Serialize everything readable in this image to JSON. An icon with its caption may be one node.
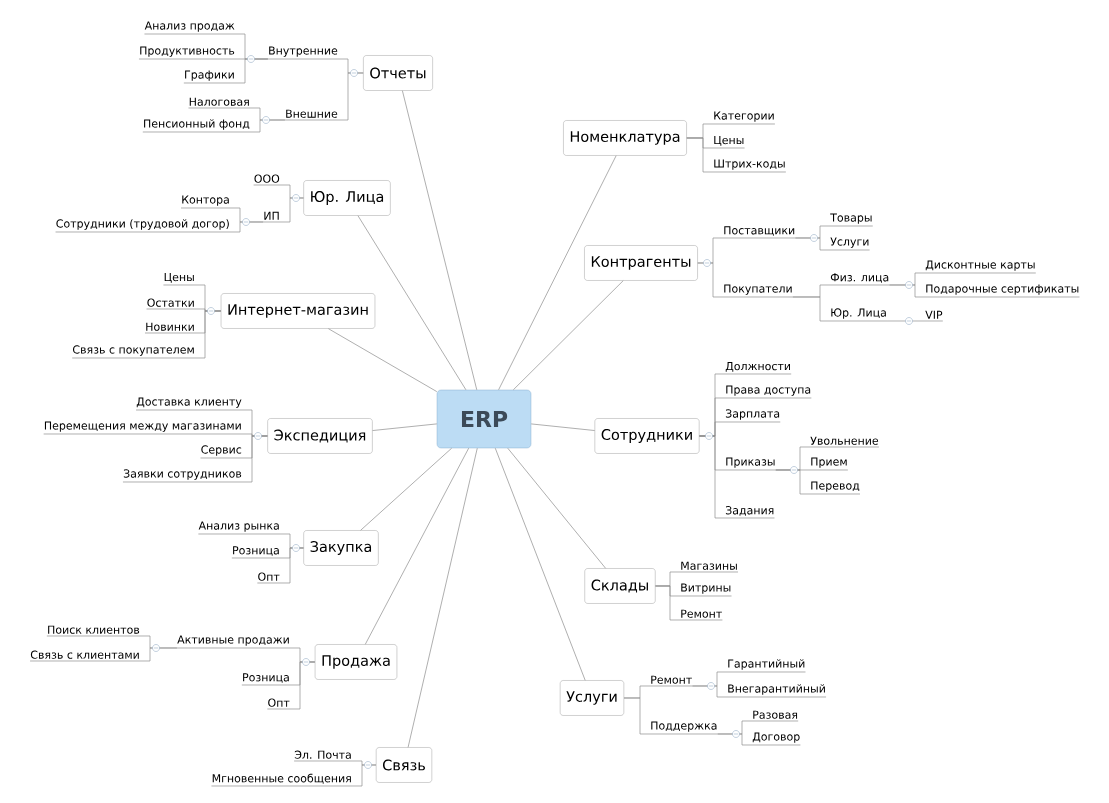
{
  "diagram": {
    "nodes": [
      {
        "text": [
          "ERP"
        ]
      },
      {
        "text": [
          "Номенклатура"
        ]
      },
      {
        "text": [
          "Категории"
        ]
      },
      {
        "text": [
          "Цены"
        ]
      },
      {
        "text": [
          "Штрих-коды"
        ]
      },
      {
        "text": [
          "Контрагенты"
        ]
      },
      {
        "text": [
          "Поставщики"
        ]
      },
      {
        "text": [
          "Товары"
        ]
      },
      {
        "text": [
          "Услуги"
        ]
      },
      {
        "text": [
          "Покупатели"
        ]
      },
      {
        "text": [
          "Физ. лица"
        ]
      },
      {
        "text": [
          "Дисконтные карты"
        ]
      },
      {
        "text": [
          "Подарочные сертификаты"
        ]
      },
      {
        "text": [
          "Юр. Лица"
        ]
      },
      {
        "text": [
          "VIP"
        ]
      },
      {
        "text": [
          "Сотрудники"
        ]
      },
      {
        "text": [
          "Должности"
        ]
      },
      {
        "text": [
          "Права доступа"
        ]
      },
      {
        "text": [
          "Зарплата"
        ]
      },
      {
        "text": [
          "Приказы"
        ]
      },
      {
        "text": [
          "Увольнение"
        ]
      },
      {
        "text": [
          "Прием"
        ]
      },
      {
        "text": [
          "Перевод"
        ]
      },
      {
        "text": [
          "Задания"
        ]
      },
      {
        "text": [
          "Склады"
        ]
      },
      {
        "text": [
          "Магазины"
        ]
      },
      {
        "text": [
          "Витрины"
        ]
      },
      {
        "text": [
          "Ремонт"
        ]
      },
      {
        "text": [
          "Услуги"
        ]
      },
      {
        "text": [
          "Ремонт"
        ]
      },
      {
        "text": [
          "Гарантийный"
        ]
      },
      {
        "text": [
          "Внегарантийный"
        ]
      },
      {
        "text": [
          "Поддержка"
        ]
      },
      {
        "text": [
          "Разовая"
        ]
      },
      {
        "text": [
          "Договор"
        ]
      },
      {
        "text": [
          "Отчеты"
        ]
      },
      {
        "text": [
          "Внутренние"
        ]
      },
      {
        "text": [
          "Анализ продаж"
        ]
      },
      {
        "text": [
          "Продуктивность"
        ]
      },
      {
        "text": [
          "Графики"
        ]
      },
      {
        "text": [
          "Внешние"
        ]
      },
      {
        "text": [
          "Налоговая"
        ]
      },
      {
        "text": [
          "Пенсионный фонд"
        ]
      },
      {
        "text": [
          "Юр. Лица"
        ]
      },
      {
        "text": [
          "ООО"
        ]
      },
      {
        "text": [
          "ИП"
        ]
      },
      {
        "text": [
          "Контора"
        ]
      },
      {
        "text": [
          "Сотрудники (трудовой догор)"
        ]
      },
      {
        "text": [
          "Интернет-магазин"
        ]
      },
      {
        "text": [
          "Цены"
        ]
      },
      {
        "text": [
          "Остатки"
        ]
      },
      {
        "text": [
          "Новинки"
        ]
      },
      {
        "text": [
          "Связь с покупателем"
        ]
      },
      {
        "text": [
          "Экспедиция"
        ]
      },
      {
        "text": [
          "Доставка клиенту"
        ]
      },
      {
        "text": [
          "Перемещения между магазинами"
        ]
      },
      {
        "text": [
          "Сервис"
        ]
      },
      {
        "text": [
          "Заявки сотрудников"
        ]
      },
      {
        "text": [
          "Закупка"
        ]
      },
      {
        "text": [
          "Анализ рынка"
        ]
      },
      {
        "text": [
          "Розница"
        ]
      },
      {
        "text": [
          "Опт"
        ]
      },
      {
        "text": [
          "Продажа"
        ]
      },
      {
        "text": [
          "Активные продажи"
        ]
      },
      {
        "text": [
          "Поиск клиентов"
        ]
      },
      {
        "text": [
          "Связь с клиентами"
        ]
      },
      {
        "text": [
          "Розница"
        ]
      },
      {
        "text": [
          "Опт"
        ]
      },
      {
        "text": [
          "Связь"
        ]
      },
      {
        "text": [
          "Эл. Почта"
        ]
      },
      {
        "text": [
          "Мгновенные сообщения"
        ]
      }
    ],
    "edges": [
      {
        "from": 0,
        "to": 1,
        "arrow": "none"
      },
      {
        "from": 0,
        "to": 5,
        "arrow": "none"
      },
      {
        "from": 0,
        "to": 15,
        "arrow": "none"
      },
      {
        "from": 0,
        "to": 24,
        "arrow": "none"
      },
      {
        "from": 0,
        "to": 28,
        "arrow": "none"
      },
      {
        "from": 0,
        "to": 35,
        "arrow": "none"
      },
      {
        "from": 0,
        "to": 43,
        "arrow": "none"
      },
      {
        "from": 0,
        "to": 48,
        "arrow": "none"
      },
      {
        "from": 0,
        "to": 53,
        "arrow": "none"
      },
      {
        "from": 0,
        "to": 58,
        "arrow": "none"
      },
      {
        "from": 0,
        "to": 62,
        "arrow": "none"
      },
      {
        "from": 0,
        "to": 68,
        "arrow": "none"
      },
      {
        "from": 1,
        "to": 2,
        "arrow": "none"
      },
      {
        "from": 1,
        "to": 3,
        "arrow": "none"
      },
      {
        "from": 1,
        "to": 4,
        "arrow": "none"
      },
      {
        "from": 5,
        "to": 6,
        "arrow": "none"
      },
      {
        "from": 6,
        "to": 7,
        "arrow": "none"
      },
      {
        "from": 6,
        "to": 8,
        "arrow": "none"
      },
      {
        "from": 5,
        "to": 9,
        "arrow": "none"
      },
      {
        "from": 9,
        "to": 10,
        "arrow": "none"
      },
      {
        "from": 10,
        "to": 11,
        "arrow": "none"
      },
      {
        "from": 10,
        "to": 12,
        "arrow": "none"
      },
      {
        "from": 9,
        "to": 13,
        "arrow": "none"
      },
      {
        "from": 13,
        "to": 14,
        "arrow": "none"
      },
      {
        "from": 15,
        "to": 16,
        "arrow": "none"
      },
      {
        "from": 15,
        "to": 17,
        "arrow": "none"
      },
      {
        "from": 15,
        "to": 18,
        "arrow": "none"
      },
      {
        "from": 15,
        "to": 19,
        "arrow": "none"
      },
      {
        "from": 19,
        "to": 20,
        "arrow": "none"
      },
      {
        "from": 19,
        "to": 21,
        "arrow": "none"
      },
      {
        "from": 19,
        "to": 22,
        "arrow": "none"
      },
      {
        "from": 15,
        "to": 23,
        "arrow": "none"
      },
      {
        "from": 24,
        "to": 25,
        "arrow": "none"
      },
      {
        "from": 24,
        "to": 26,
        "arrow": "none"
      },
      {
        "from": 24,
        "to": 27,
        "arrow": "none"
      },
      {
        "from": 28,
        "to": 29,
        "arrow": "none"
      },
      {
        "from": 29,
        "to": 30,
        "arrow": "none"
      },
      {
        "from": 29,
        "to": 31,
        "arrow": "none"
      },
      {
        "from": 28,
        "to": 32,
        "arrow": "none"
      },
      {
        "from": 32,
        "to": 33,
        "arrow": "none"
      },
      {
        "from": 32,
        "to": 34,
        "arrow": "none"
      },
      {
        "from": 35,
        "to": 36,
        "arrow": "none"
      },
      {
        "from": 36,
        "to": 37,
        "arrow": "none"
      },
      {
        "from": 36,
        "to": 38,
        "arrow": "none"
      },
      {
        "from": 36,
        "to": 39,
        "arrow": "none"
      },
      {
        "from": 35,
        "to": 40,
        "arrow": "none"
      },
      {
        "from": 40,
        "to": 41,
        "arrow": "none"
      },
      {
        "from": 40,
        "to": 42,
        "arrow": "none"
      },
      {
        "from": 43,
        "to": 44,
        "arrow": "none"
      },
      {
        "from": 43,
        "to": 45,
        "arrow": "none"
      },
      {
        "from": 45,
        "to": 46,
        "arrow": "none"
      },
      {
        "from": 45,
        "to": 47,
        "arrow": "none"
      },
      {
        "from": 48,
        "to": 49,
        "arrow": "none"
      },
      {
        "from": 48,
        "to": 50,
        "arrow": "none"
      },
      {
        "from": 48,
        "to": 51,
        "arrow": "none"
      },
      {
        "from": 48,
        "to": 52,
        "arrow": "none"
      },
      {
        "from": 53,
        "to": 54,
        "arrow": "none"
      },
      {
        "from": 53,
        "to": 55,
        "arrow": "none"
      },
      {
        "from": 53,
        "to": 56,
        "arrow": "none"
      },
      {
        "from": 53,
        "to": 57,
        "arrow": "none"
      },
      {
        "from": 58,
        "to": 59,
        "arrow": "none"
      },
      {
        "from": 58,
        "to": 60,
        "arrow": "none"
      },
      {
        "from": 58,
        "to": 61,
        "arrow": "none"
      },
      {
        "from": 62,
        "to": 63,
        "arrow": "none"
      },
      {
        "from": 63,
        "to": 64,
        "arrow": "none"
      },
      {
        "from": 63,
        "to": 65,
        "arrow": "none"
      },
      {
        "from": 62,
        "to": 66,
        "arrow": "none"
      },
      {
        "from": 62,
        "to": 67,
        "arrow": "none"
      },
      {
        "from": 68,
        "to": 69,
        "arrow": "none"
      },
      {
        "from": 68,
        "to": 70,
        "arrow": "none"
      }
    ]
  }
}
